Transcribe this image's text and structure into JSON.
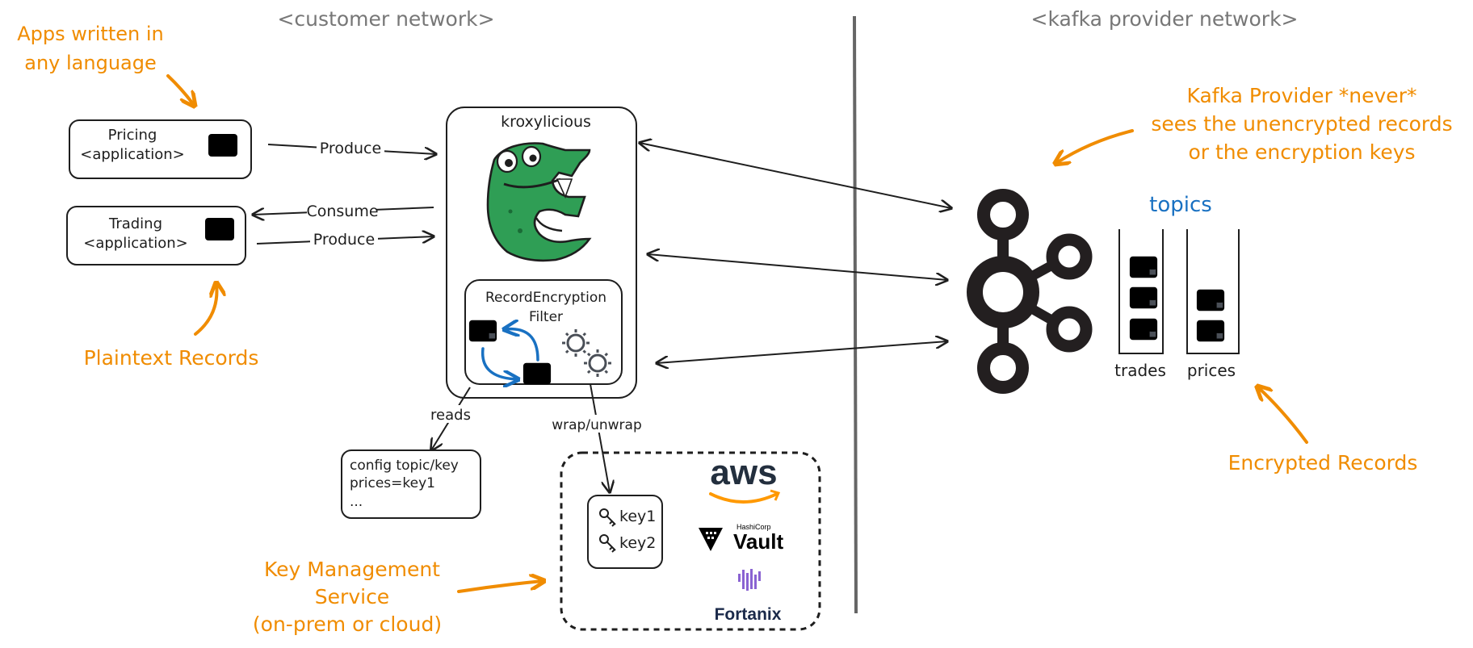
{
  "regions": {
    "customer": "<customer network>",
    "provider": "<kafka provider network>"
  },
  "annotations": {
    "apps_line1": "Apps written in",
    "apps_line2": "any language",
    "plaintext": "Plaintext Records",
    "kms_line1": "Key Management",
    "kms_line2": "Service",
    "kms_line3": "(on-prem or cloud)",
    "provider_line1": "Kafka Provider *never*",
    "provider_line2": "sees the unencrypted records",
    "provider_line3": "or the encryption keys",
    "encrypted": "Encrypted Records"
  },
  "apps": [
    {
      "name": "Pricing",
      "type": "<application>"
    },
    {
      "name": "Trading",
      "type": "<application>"
    }
  ],
  "arrows": {
    "produce1": "Produce",
    "consume": "Consume",
    "produce2": "Produce",
    "reads": "reads",
    "wrap": "wrap/unwrap"
  },
  "proxy": {
    "title": "kroxylicious",
    "filter_line1": "RecordEncryption",
    "filter_line2": "Filter"
  },
  "config": {
    "line1": "config topic/key",
    "line2": "prices=key1",
    "line3": "..."
  },
  "kms": {
    "keys": [
      "key1",
      "key2"
    ],
    "vendors": {
      "aws": "aws",
      "hashicorp": "HashiCorp",
      "vault": "Vault",
      "fortanix": "Fortanix"
    }
  },
  "kafka": {
    "topics_title": "topics",
    "topics": [
      "trades",
      "prices"
    ]
  },
  "colors": {
    "annotation": "#f08c00",
    "accent": "#1971c2",
    "croc": "#2f9e55",
    "ink": "#1e1e1e"
  }
}
